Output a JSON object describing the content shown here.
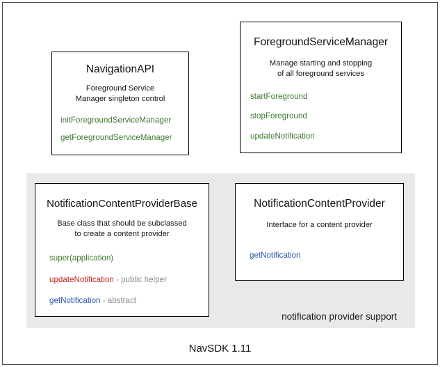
{
  "diagram": {
    "caption": "NavSDK 1.11",
    "group_panel": {
      "label": "notification provider support",
      "background": "#e9e9e9"
    },
    "colors": {
      "method_green": "#3d7a2f",
      "method_red": "#cc2222",
      "method_blue": "#2a55b0",
      "note_gray": "#8b8b8b",
      "box_border": "#000000",
      "frame_border": "#4a4a4a"
    },
    "boxes": [
      {
        "id": "navigation-api",
        "title": "NavigationAPI",
        "description_line1": "Foreground Service",
        "description_line2": "Manager singleton control",
        "methods": [
          {
            "name": "initForegroundServiceManager",
            "color": "green",
            "note": ""
          },
          {
            "name": "getForegroundServiceManager",
            "color": "green",
            "note": ""
          }
        ]
      },
      {
        "id": "foreground-service-manager",
        "title": "ForegroundServiceManager",
        "description_line1": "Manage starting and stopping",
        "description_line2": "of all foreground services",
        "methods": [
          {
            "name": "startForeground",
            "color": "green",
            "note": ""
          },
          {
            "name": "stopForeground",
            "color": "green",
            "note": ""
          },
          {
            "name": "updateNotification",
            "color": "green",
            "note": ""
          }
        ]
      },
      {
        "id": "notification-content-provider-base",
        "title": "NotificationContentProviderBase",
        "description_line1": "Base class that should be subclassed",
        "description_line2": "to create a content provider",
        "methods": [
          {
            "name": "super(application)",
            "color": "green",
            "note": ""
          },
          {
            "name": "updateNotification",
            "color": "red",
            "note": " - public helper"
          },
          {
            "name": "getNotification",
            "color": "blue",
            "note": " - abstract"
          }
        ]
      },
      {
        "id": "notification-content-provider",
        "title": "NotificationContentProvider",
        "description_line1": "Interface for a content provider",
        "description_line2": "",
        "methods": [
          {
            "name": "getNotification",
            "color": "blue",
            "note": ""
          }
        ]
      }
    ]
  }
}
